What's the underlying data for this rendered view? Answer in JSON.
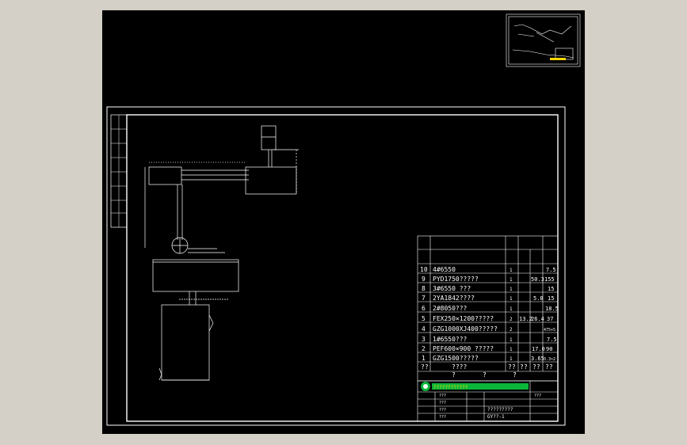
{
  "bom": {
    "rows": [
      {
        "no": "10",
        "name": "4#6550",
        "qty": "1",
        "w1": "",
        "w2": "7.5"
      },
      {
        "no": "9",
        "name": "PYD1750?????",
        "qty": "1",
        "w1": "50.3",
        "w2": "155"
      },
      {
        "no": "8",
        "name": "3#6550  ???",
        "qty": "1",
        "w1": "",
        "w2": "15"
      },
      {
        "no": "7",
        "name": "2YA1842????",
        "qty": "1",
        "w1": "5.8",
        "w2": "15"
      },
      {
        "no": "6",
        "name": "2#8050???",
        "qty": "1",
        "w1": "",
        "w2": "18.5"
      },
      {
        "no": "5",
        "name": "FEX250×1200?????",
        "qty": "2",
        "w1": "13.2",
        "w2": "26.4",
        "w3": "37"
      },
      {
        "no": "4",
        "name": "GZG1000XJ400?????",
        "qty": "2",
        "w1": "",
        "w2": "475+5"
      },
      {
        "no": "3",
        "name": "1#6550???",
        "qty": "1",
        "w1": "",
        "w2": "7.5"
      },
      {
        "no": "2",
        "name": "PEF600×900 ?????",
        "qty": "1",
        "w1": "17.0",
        "w2": "90"
      },
      {
        "no": "1",
        "name": "GZG1500?????",
        "qty": "1",
        "w1": "3.65",
        "w2": "3.3×2"
      }
    ],
    "header_row": {
      "c1": "??",
      "c2": "????",
      "c3": "??",
      "c4": "??",
      "c5": "??",
      "c6": "??"
    },
    "header_row2": {
      "c1": "?",
      "c2": "?",
      "c3": "?"
    }
  },
  "title_block": {
    "company": "????????????",
    "drawing_title": "?????????",
    "code": "GY??-1",
    "cells": [
      "???",
      "???",
      "???",
      "???",
      "???"
    ]
  },
  "colors": {
    "line": "#ffffff",
    "accent": "#ffd800",
    "logo_green": "#0bb53a"
  }
}
